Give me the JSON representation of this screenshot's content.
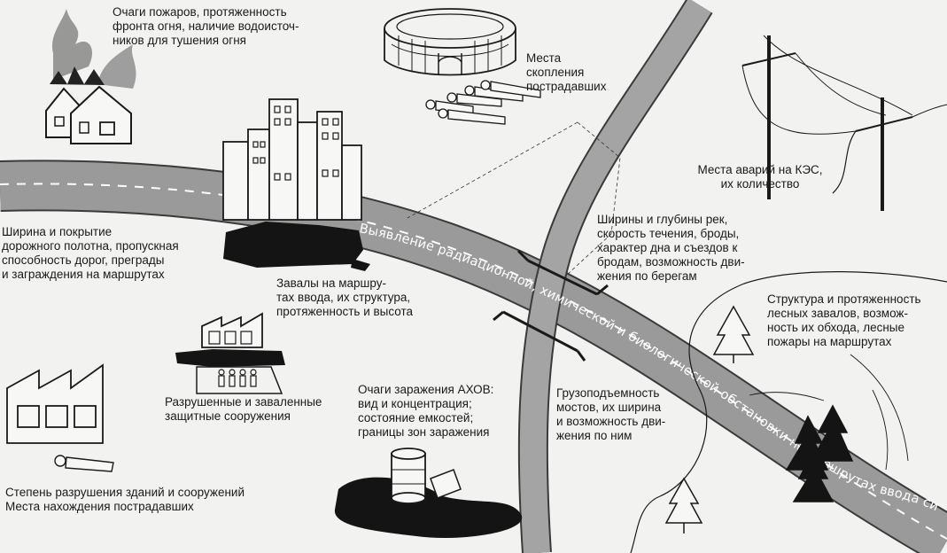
{
  "labels": {
    "fires": "Очаги пожаров, протяженность\nфронта огня, наличие водоисточ-\nников для тушения огня",
    "crowd": "Места\nскопления\nпострадавших",
    "power": "Места аварий на КЭС,\nих количество",
    "road": "Ширина и покрытие\nдорожного полотна, пропускная\nспособность дорог, преграды\nи заграждения на маршрутах",
    "rubble": "Завалы на маршру-\nтах ввода, их структура,\nпротяженность и высота",
    "rivers": "Ширины и глубины рек,\nскорость течения, броды,\nхарактер дна и съездов к\nбродам, возможность дви-\nжения по берегам",
    "forest": "Структура и протяженность\nлесных завалов, возмож-\nность их обхода, лесные\nпожары на маршрутах",
    "shelters": "Разрушенные и заваленные\nзащитные сооружения",
    "chem": "Очаги заражения АХОВ:\nвид и концентрация;\nсостояние емкостей;\nграницы зон заражения",
    "bridges": "Грузоподъемность\nмостов, их ширина\nи возможность дви-\nжения по ним",
    "buildings": "Степень разрушения зданий и сооружений\nМеста нахождения пострадавших",
    "road_text": "Выявление радиационной, химической и биологической обстановки на маршрутах ввода сил"
  },
  "colors": {
    "road": "#9a9a9a",
    "river": "#a4a4a4",
    "ink": "#1a1a1a",
    "smoke": "#7a7a7a",
    "background": "#f2f2f0"
  },
  "icons": [
    "burning-houses-icon",
    "stadium-icon",
    "crowd-icon",
    "power-line-icon",
    "city-buildings-icon",
    "factory-icon",
    "shelter-icon",
    "people-icon",
    "barrel-icon",
    "tree-icon",
    "bridge-icon"
  ]
}
